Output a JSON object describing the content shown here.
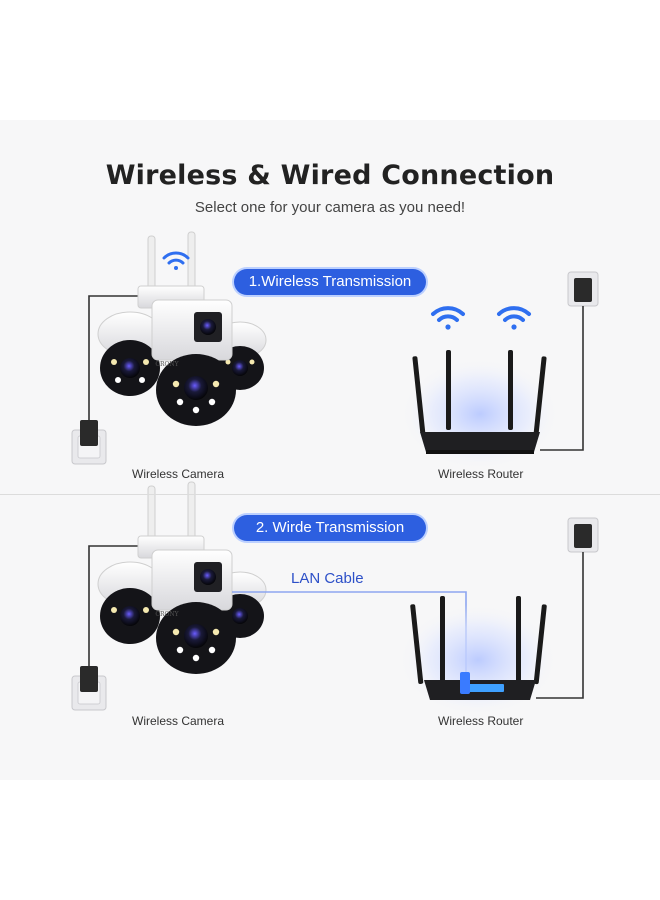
{
  "header": {
    "title": "Wireless & Wired Connection",
    "subtitle": "Select one for your camera as you need!"
  },
  "section_wireless": {
    "label": "1.Wireless Transmission",
    "camera_caption": "Wireless Camera",
    "router_caption": "Wireless Router",
    "camera_brand": "CRONY"
  },
  "section_wired": {
    "label": "2. Wirde Transmission",
    "cable_label": "LAN Cable",
    "camera_caption": "Wireless Camera",
    "router_caption": "Wireless Router",
    "camera_brand": "CRONY"
  },
  "colors": {
    "accent": "#2d5fe0",
    "wifi": "#2f6ff0",
    "lan_port": "#3fa0ff"
  },
  "icons": [
    "wifi-icon",
    "camera-icon",
    "router-icon",
    "power-adapter-icon",
    "wall-socket-icon"
  ]
}
